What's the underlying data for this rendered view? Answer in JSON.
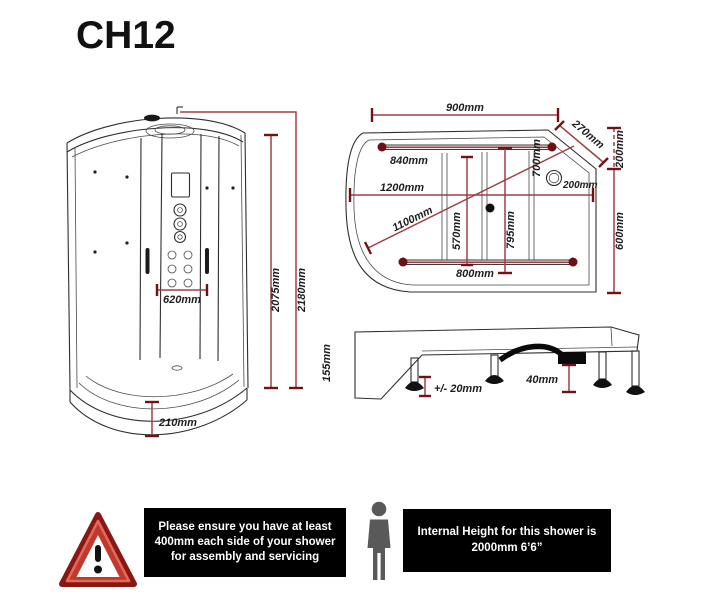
{
  "title": "CH12",
  "colors": {
    "dimension_line": "#9e4042",
    "dimension_cap": "#701114",
    "label_text": "#1e1e1e",
    "notice_bg": "#000000",
    "notice_text": "#ffffff",
    "warning_red": "#b6271f",
    "person_gray": "#595959"
  },
  "front_view": {
    "column_width": "620mm",
    "height_inner": "2075mm",
    "height_outer": "2180mm",
    "tray_height": "210mm"
  },
  "plan_view": {
    "width_back": "900mm",
    "corner_panel": "270mm",
    "corner_depth": "200mm",
    "waste_offset": "200mm",
    "door_opening": "700mm",
    "rail_back": "840mm",
    "length": "1200mm",
    "diagonal": "1100mm",
    "glass_depth": "570mm",
    "mid_depth": "795mm",
    "rail_front": "800mm",
    "depth_right": "600mm"
  },
  "side_view": {
    "total_height": "155mm",
    "leg_adjustment": "+/- 20mm",
    "waste_clearance": "40mm"
  },
  "notices": {
    "clearance_text": "Please ensure you have at least 400mm each side of your shower for assembly and servicing",
    "height_text": "Internal Height for this shower is 2000mm 6’6”"
  }
}
